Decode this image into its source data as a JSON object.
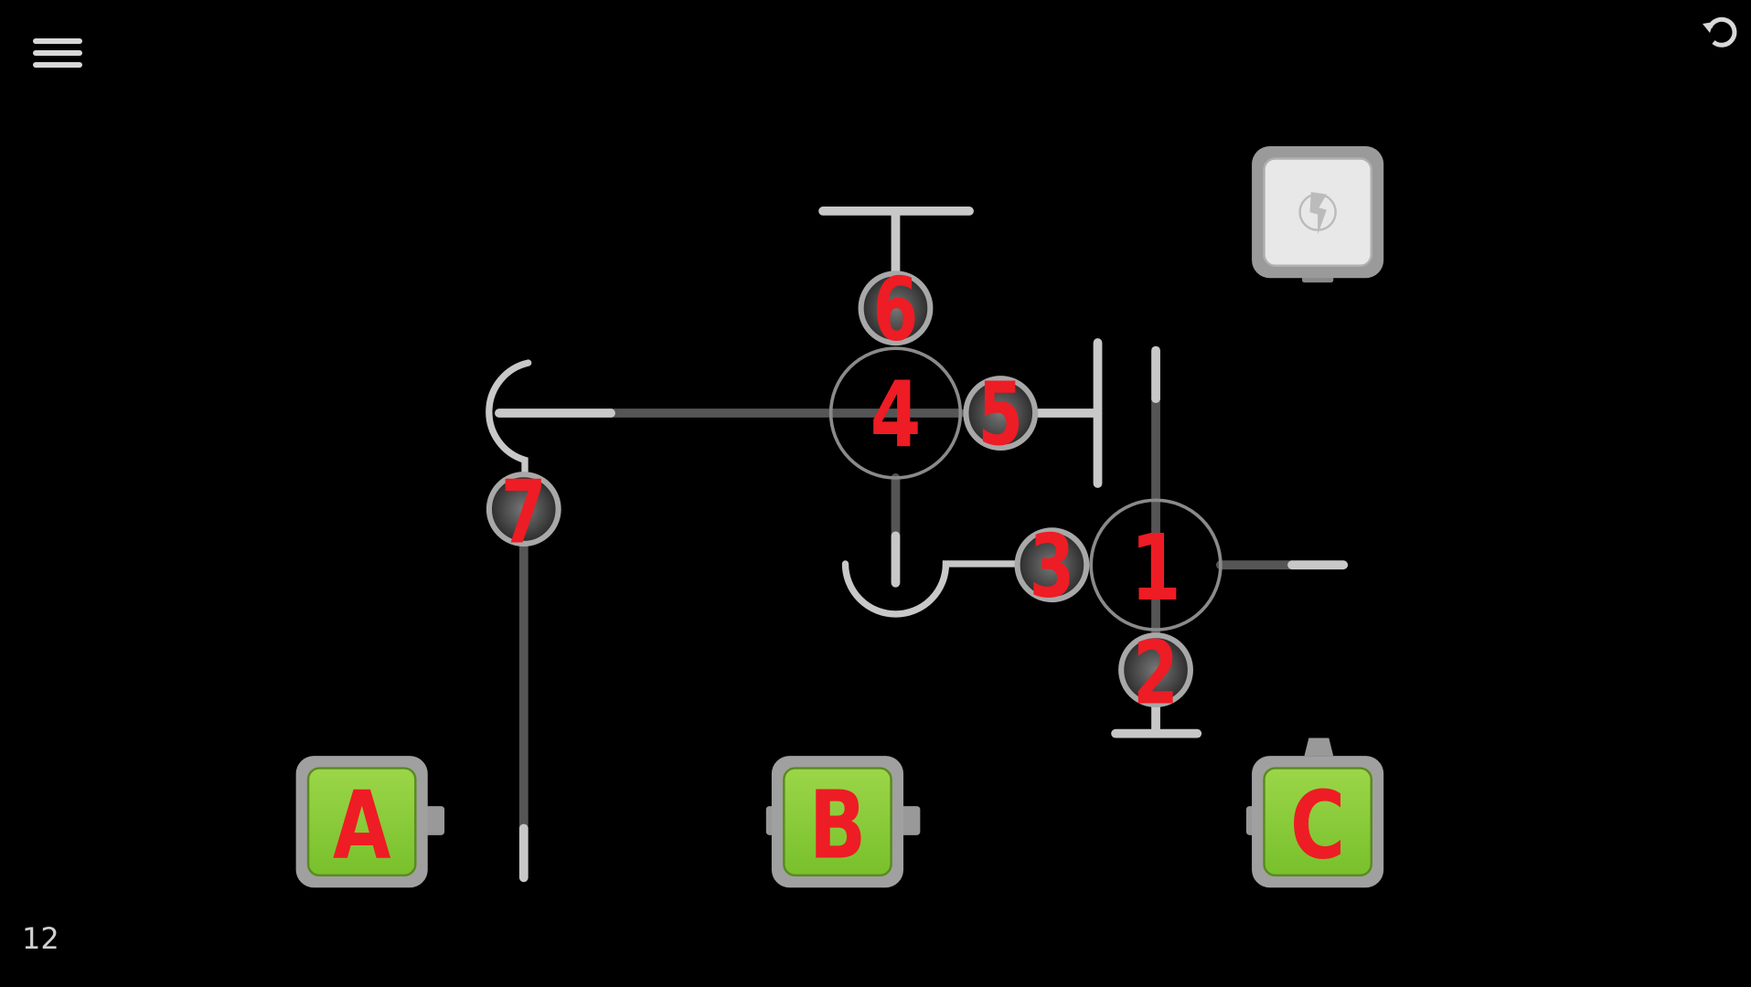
{
  "level": "12",
  "nodes": {
    "n1": "1",
    "n2": "2",
    "n3": "3",
    "n4": "4",
    "n5": "5",
    "n6": "6",
    "n7": "7"
  },
  "outputs": {
    "a": "A",
    "b": "B",
    "c": "C"
  },
  "icons": {
    "menu": "hamburger-icon",
    "undo": "undo-icon",
    "power": "lightning-icon"
  },
  "colors": {
    "pipe_light": "#c8c8c8",
    "pipe_dark": "#555555",
    "output_green": "#8ccf3a",
    "label_red": "#ee1c24"
  }
}
